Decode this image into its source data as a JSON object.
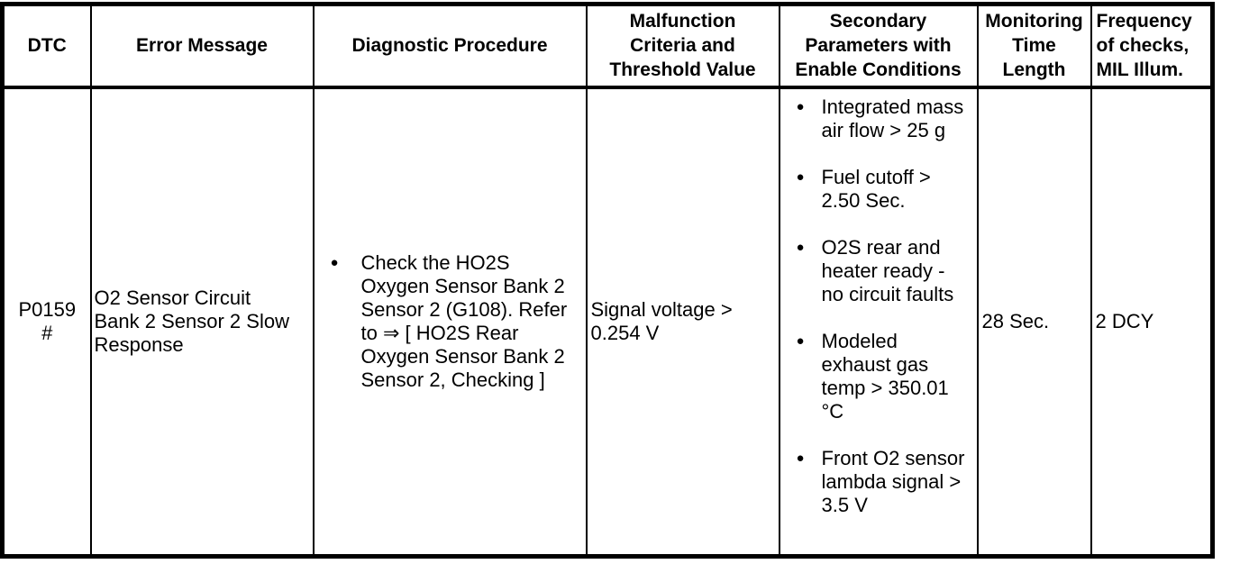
{
  "page": {
    "background_color": "#ffffff",
    "border_color": "#000000"
  },
  "table": {
    "bullet_glyph": "●",
    "headers": [
      {
        "id": "dtc",
        "lines": [
          "DTC"
        ]
      },
      {
        "id": "error-message",
        "lines": [
          "Error Message"
        ]
      },
      {
        "id": "diagnostic-procedure",
        "lines": [
          "Diagnostic Procedure"
        ]
      },
      {
        "id": "malfunction-criteria",
        "lines": [
          "Malfunction",
          "Criteria and",
          "Threshold Value"
        ]
      },
      {
        "id": "secondary-parameters",
        "lines": [
          "Secondary",
          "Parameters with",
          "Enable Conditions"
        ]
      },
      {
        "id": "monitoring-time",
        "lines": [
          "Monitoring",
          "Time",
          "Length"
        ]
      },
      {
        "id": "frequency",
        "lines": [
          "Frequency",
          "of checks,",
          "MIL Illum."
        ]
      }
    ],
    "row": {
      "dtc": {
        "lines": [
          "P0159",
          "#"
        ]
      },
      "error_message": {
        "lines": [
          "O2 Sensor Circuit",
          "Bank 2 Sensor 2 Slow",
          "Response"
        ]
      },
      "diagnostic_procedure": {
        "bullets": [
          {
            "lines": [
              "Check the HO2S",
              "Oxygen Sensor Bank 2",
              "Sensor 2 (G108). Refer",
              "to ⇒ [ HO2S Rear",
              "Oxygen Sensor Bank 2",
              "Sensor 2, Checking ]"
            ]
          }
        ]
      },
      "malfunction_criteria": {
        "lines": [
          "Signal voltage >",
          "0.254 V"
        ]
      },
      "secondary_parameters": {
        "bullets": [
          {
            "lines": [
              "Integrated mass",
              "air flow > 25 g"
            ]
          },
          {
            "lines": [
              "Fuel cutoff >",
              "2.50 Sec."
            ]
          },
          {
            "lines": [
              "O2S rear and",
              "heater ready -",
              "no circuit faults"
            ]
          },
          {
            "lines": [
              "Modeled",
              "exhaust gas",
              "temp > 350.01",
              "°C"
            ]
          },
          {
            "lines": [
              "Front O2 sensor",
              "lambda signal >",
              "3.5 V"
            ]
          }
        ]
      },
      "monitoring_time": {
        "lines": [
          "28 Sec."
        ]
      },
      "frequency": {
        "lines": [
          "2 DCY"
        ]
      }
    }
  }
}
